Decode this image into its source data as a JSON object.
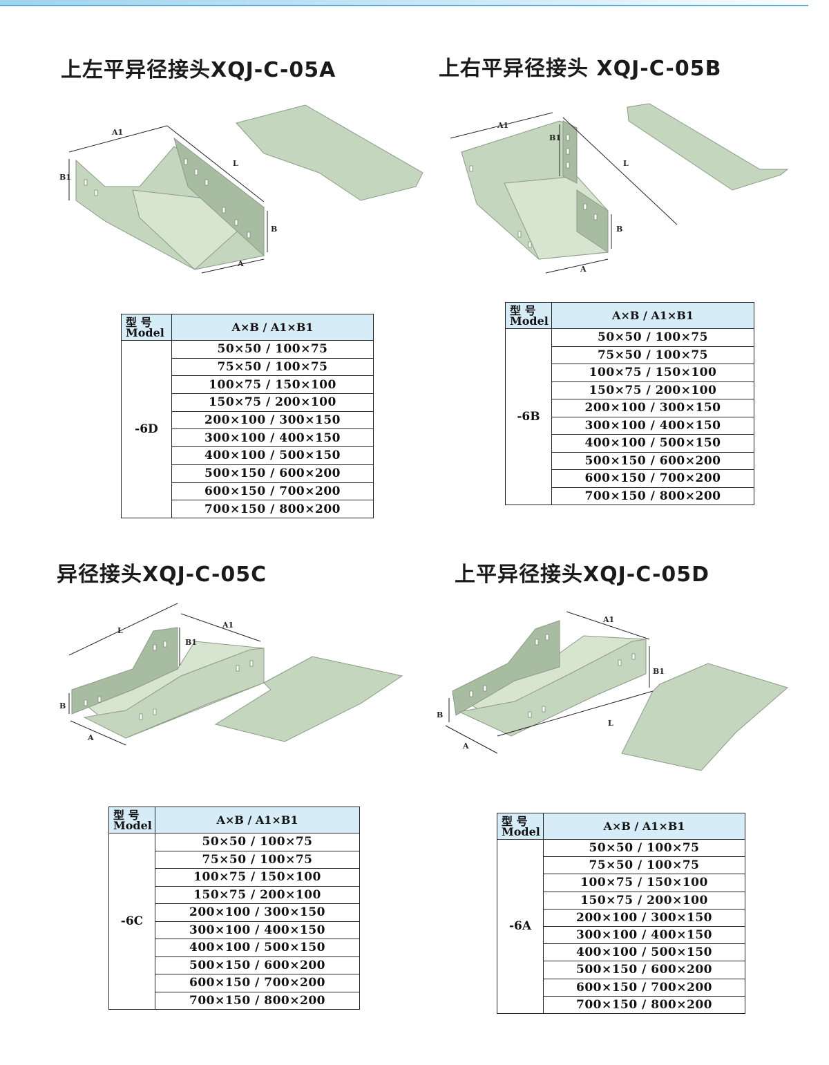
{
  "colors": {
    "panel": "#c4d6bd",
    "panel_dark": "#a8bca2",
    "panel_light": "#d6e4d0",
    "header_bg": "#d6ecf7",
    "accent": "#5aa8d6"
  },
  "sections": [
    {
      "title": "上左平异径接头XQJ-C-05A",
      "model": "-6D",
      "dims": {
        "a1": "A1",
        "b1": "B1",
        "l": "L",
        "b": "B",
        "a": "A"
      }
    },
    {
      "title": "上右平异径接头 XQJ-C-05B",
      "model": "-6B",
      "dims": {
        "a1": "A1",
        "b1": "B1",
        "l": "L",
        "b": "B",
        "a": "A"
      }
    },
    {
      "title": "异径接头XQJ-C-05C",
      "model": "-6C",
      "dims": {
        "a1": "A1",
        "b1": "B1",
        "l": "L",
        "b": "B",
        "a": "A"
      }
    },
    {
      "title": "上平异径接头XQJ-C-05D",
      "model": "-6A",
      "dims": {
        "a1": "A1",
        "b1": "B1",
        "l": "L",
        "b": "B",
        "a": "A"
      }
    }
  ],
  "table_header": {
    "model_cn": "型 号",
    "model_en": "Model",
    "size": "A×B / A1×B1"
  },
  "sizes": [
    "50×50 / 100×75",
    "75×50 / 100×75",
    "100×75 / 150×100",
    "150×75 / 200×100",
    "200×100 / 300×150",
    "300×100 / 400×150",
    "400×100 / 500×150",
    "500×150 / 600×200",
    "600×150 / 700×200",
    "700×150 / 800×200"
  ]
}
